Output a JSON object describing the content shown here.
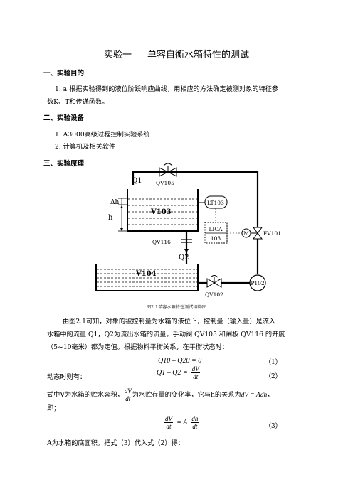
{
  "title": {
    "part1": "实验一",
    "part2": "单容自衡水箱特性的测试"
  },
  "sections": {
    "s1": "一、实验目的",
    "s2": "二、实验设备",
    "s3": "三、实验原理"
  },
  "purpose": {
    "line1": "1. a 根据实验得到的液位阶跃响应曲线，用相应的方法确定被测对象的特征参",
    "line2": "数K、T和传递函数。"
  },
  "equipment": {
    "item1": "1. A3000高级过程控制实验系统",
    "item2": "2. 计算机及相关软件"
  },
  "diagram": {
    "q1": "Q1",
    "q2": "Q2",
    "qv105": "QV105",
    "lt103": "LT103",
    "delta_h": "Δh",
    "h": "h",
    "v103": "V103",
    "lica": "LICA",
    "lica_num": "103",
    "m": "M",
    "fv101": "FV101",
    "qv116": "QV116",
    "v104": "V104",
    "qv102": "QV102",
    "p102": "P102"
  },
  "caption": "图2.1单容水箱特性测试结构图",
  "para": {
    "line1": "由图2.1可知，对象的被控制量为水箱的液位 h，控制量（输入量）是流入",
    "line2": "水箱中的流量 Q1，Q2为流出水箱的流量。手动阀 QV105 和闸板 QV116 的开度",
    "line3": "（5~10毫米）都为定值。根据物料平衡关系，在平衡状态时："
  },
  "eq1": {
    "expr": "Q10 – Q20 = 0",
    "num": "（1）"
  },
  "eq2": {
    "label": "动态时则有：",
    "lhs": "Q1 – Q2 =",
    "frac_num": "dV",
    "frac_den": "dt",
    "num": "（2）"
  },
  "line_v": {
    "pre": "式中V为水箱的贮水容积，",
    "frac_num": "dV",
    "frac_den": "dt",
    "mid": "为水贮存量的变化率，它与h的关系为",
    "rel": "dV = Adh",
    "post": "，",
    "line2": "即；"
  },
  "eq3": {
    "lnum": "dV",
    "lden": "dt",
    "eqA": "= A",
    "rnum": "dh",
    "rden": "dt",
    "num": "（3）"
  },
  "final": "A为水箱的底面积。把式（3）代入式（2）得："
}
